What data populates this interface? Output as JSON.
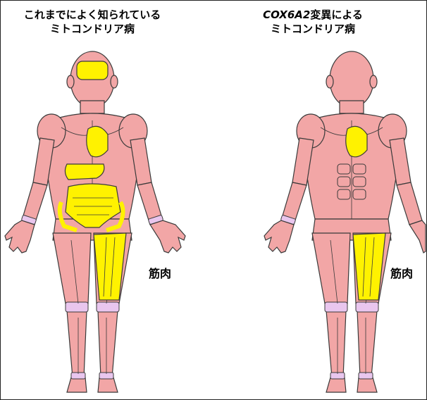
{
  "left_panel": {
    "title_line1": "これまでによく知られている",
    "title_line2": "ミトコンドリア病",
    "organ_label": "筋肉"
  },
  "right_panel": {
    "title_gene": "COX6A2",
    "title_line1_rest": "変異による",
    "title_line2": "ミトコンドリア病",
    "organ_label": "筋肉"
  },
  "colors": {
    "skin": "#f2a6a6",
    "outline": "#3a3a3a",
    "joint": "#e9c6ee",
    "affected": "#fff200"
  }
}
